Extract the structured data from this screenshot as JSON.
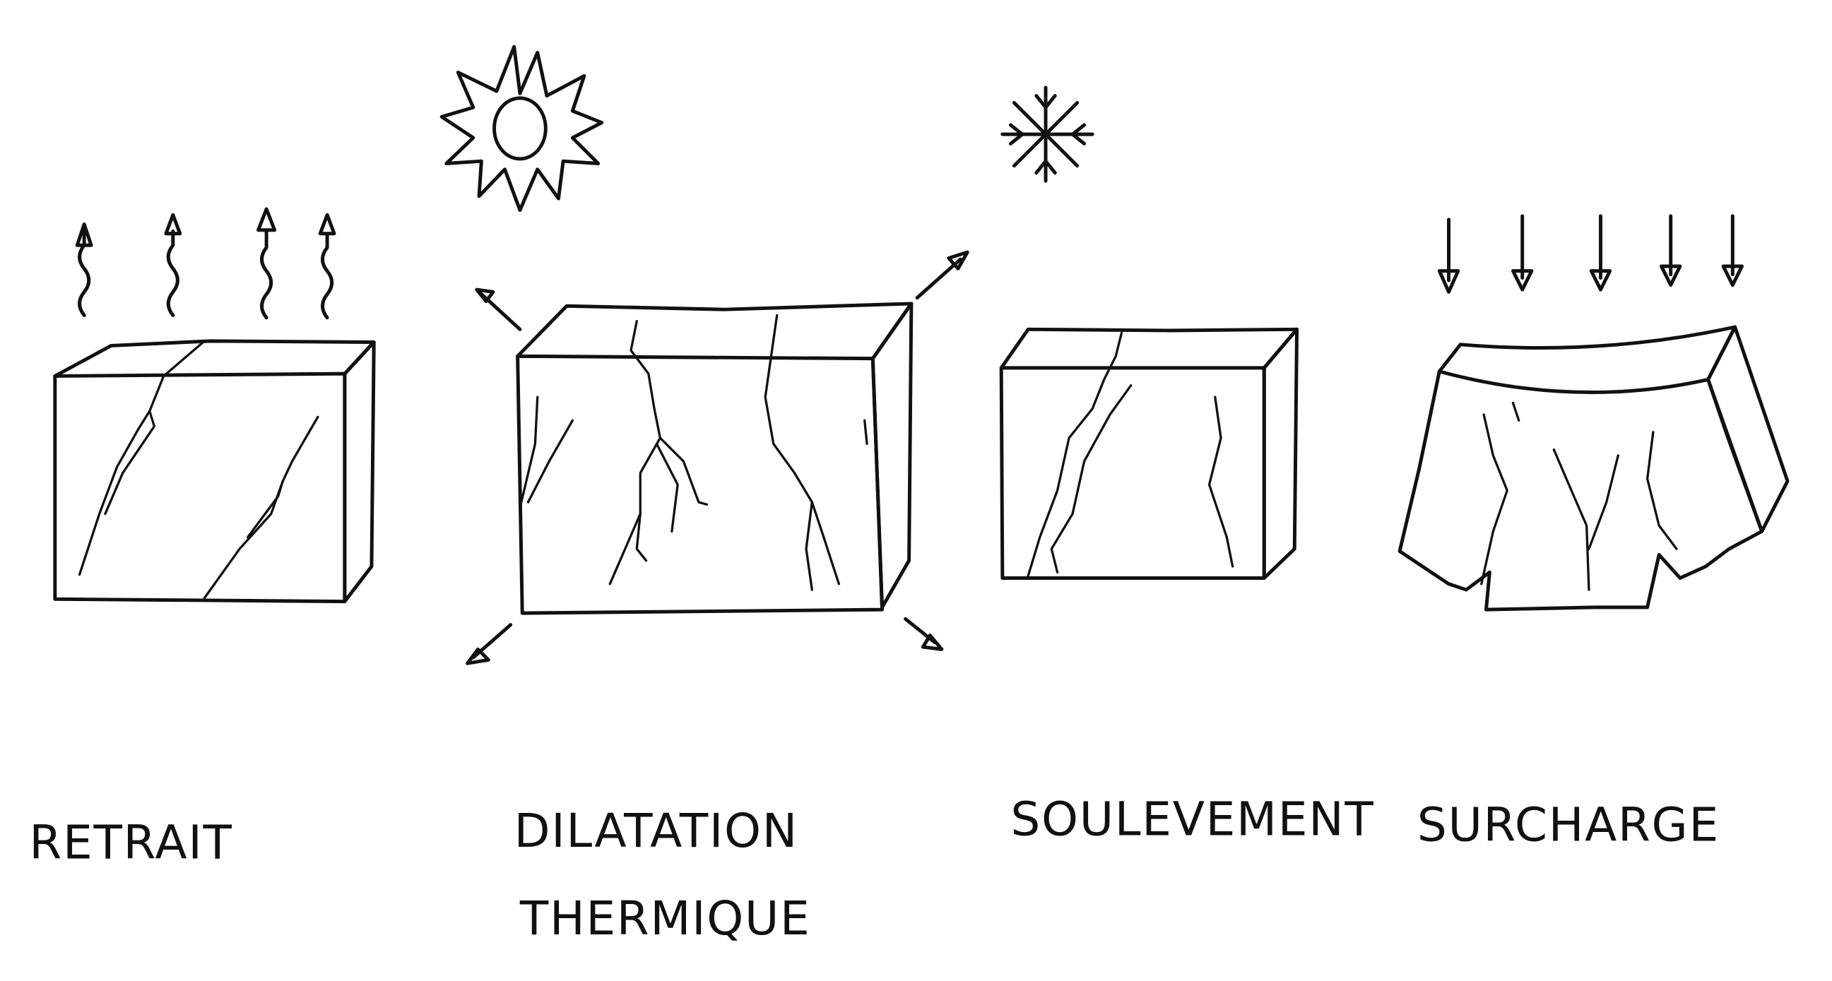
{
  "diagram": {
    "panels": [
      {
        "id": "retrait",
        "label": "RETRAIT",
        "symbol": "evaporation-arrows-icon"
      },
      {
        "id": "dilatation",
        "label_line1": "DILATATION",
        "label_line2": "THERMIQUE",
        "symbol": "sun-icon"
      },
      {
        "id": "soulevement",
        "label": "SOULEVEMENT",
        "symbol": "snowflake-icon"
      },
      {
        "id": "surcharge",
        "label": "SURCHARGE",
        "symbol": "load-arrows-icon"
      }
    ],
    "colors": {
      "ink": "#111111",
      "paper": "#ffffff"
    }
  }
}
